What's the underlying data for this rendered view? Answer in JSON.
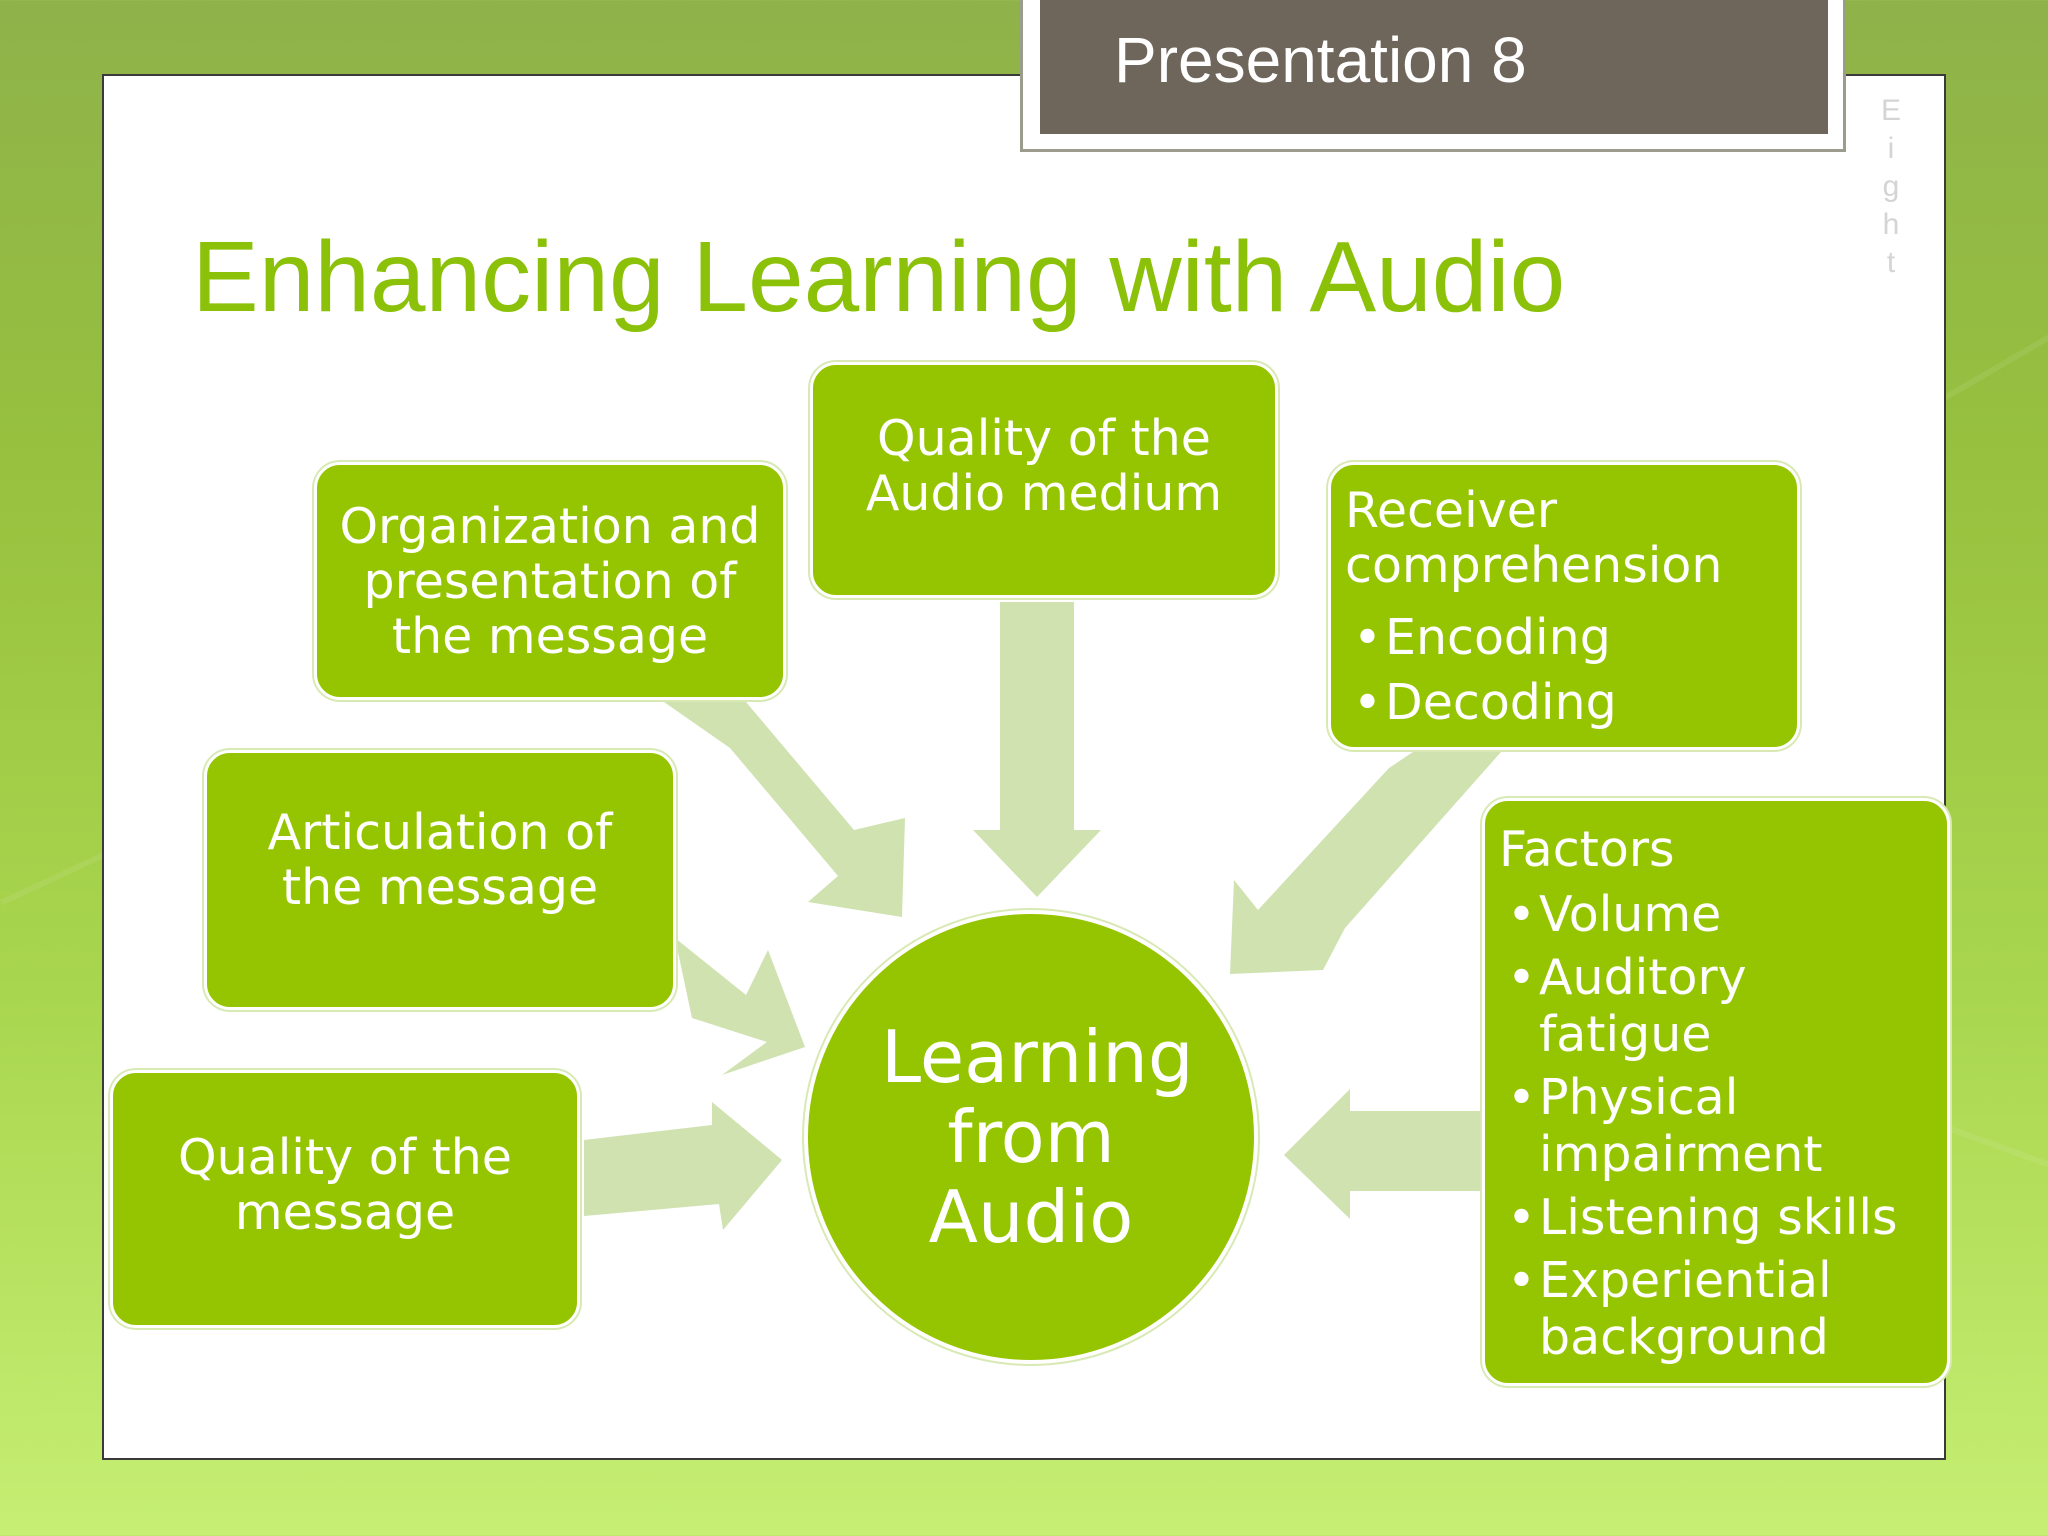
{
  "header": {
    "tab_label": "Presentation 8",
    "side_word": "Eight"
  },
  "slide": {
    "title": "Enhancing Learning with Audio"
  },
  "diagram": {
    "center": "Learning from Audio",
    "nodes": {
      "organization": "Organization and presentation of the message",
      "audio_medium": "Quality of the Audio medium",
      "receiver": {
        "heading": "Receiver comprehension",
        "items": [
          "Encoding",
          "Decoding"
        ]
      },
      "articulation": "Articulation of the message",
      "quality_message": "Quality of the message",
      "factors": {
        "heading": "Factors",
        "items": [
          "Volume",
          "Auditory fatigue",
          "Physical impairment",
          "Listening skills",
          "Experiential background"
        ]
      }
    }
  },
  "colors": {
    "accent_green": "#95c500",
    "title_green": "#8cc10a",
    "arrow_green": "#cfe2b0",
    "tab_brown": "#6e665b"
  }
}
